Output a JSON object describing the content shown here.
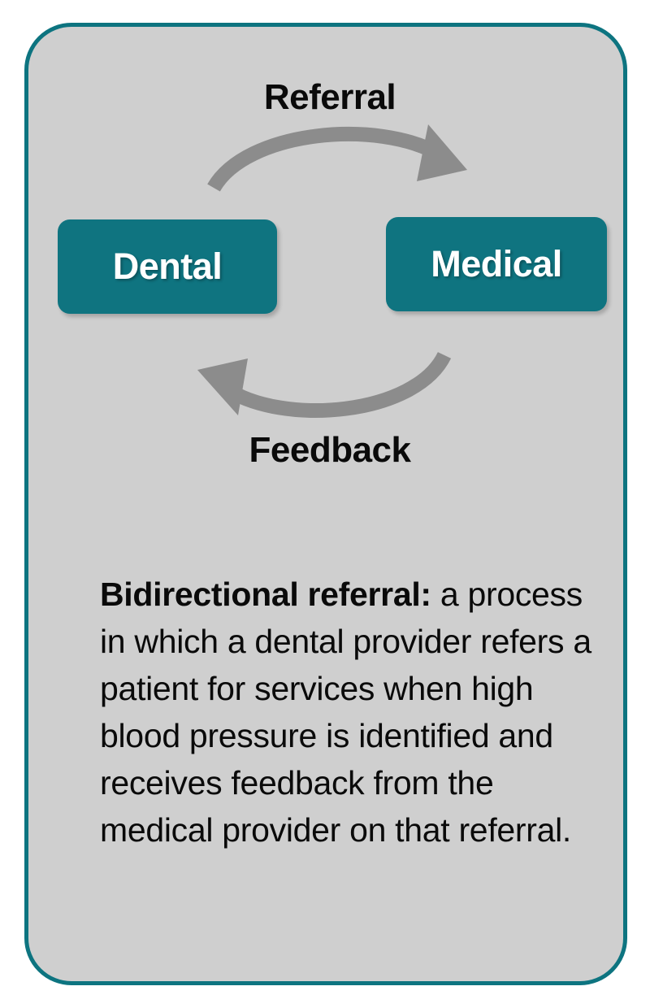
{
  "figure": {
    "title_block": {
      "top_label": "Referral",
      "bottom_label": "Feedback"
    },
    "nodes": [
      {
        "id": "dental",
        "label": "Dental"
      },
      {
        "id": "medical",
        "label": "Medical"
      }
    ],
    "arrows": [
      {
        "id": "referral-arrow",
        "from": "Dental",
        "to": "Medical",
        "direction": "left-to-right",
        "label": "Referral"
      },
      {
        "id": "feedback-arrow",
        "from": "Medical",
        "to": "Dental",
        "direction": "right-to-left",
        "label": "Feedback"
      }
    ],
    "description": {
      "lead": "Bidirectional referral:",
      "body": " a process in which a dental provider refers a patient for services when high blood pressure is identified and receives feedback from the medical provider on that referral.",
      "full_text": "Bidirectional referral: a process in which a dental provider refers a patient for services when high blood pressure is identified and receives feedback from the medical provider on that referral."
    },
    "colors": {
      "card_border": "#0d7480",
      "card_background": "#cfcfcf",
      "node_fill": "#0f7480",
      "node_text": "#ffffff",
      "arrow": "#8c8c8c",
      "label_text": "#0a0a0a",
      "page_background": "#ffffff"
    }
  }
}
